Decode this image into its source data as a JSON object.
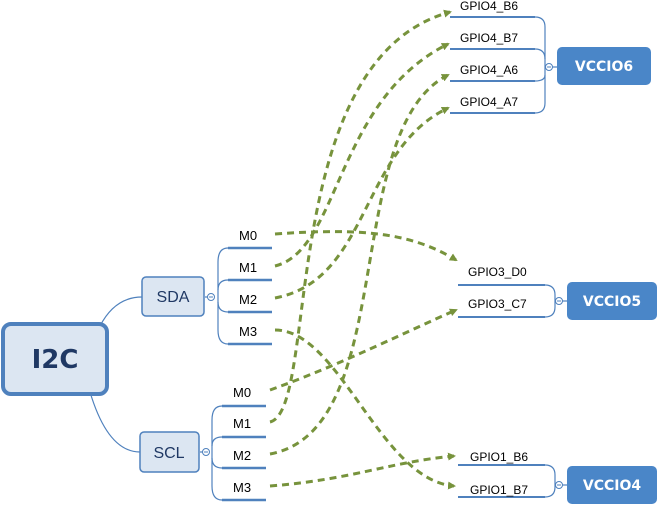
{
  "root": {
    "label": "I2C"
  },
  "buses": [
    {
      "id": "sda",
      "label": "SDA",
      "modes": [
        "M0",
        "M1",
        "M2",
        "M3"
      ]
    },
    {
      "id": "scl",
      "label": "SCL",
      "modes": [
        "M0",
        "M1",
        "M2",
        "M3"
      ]
    }
  ],
  "domains": [
    {
      "id": "vccio6",
      "label": "VCCIO6",
      "pins": [
        "GPIO4_B6",
        "GPIO4_B7",
        "GPIO4_A6",
        "GPIO4_A7"
      ]
    },
    {
      "id": "vccio5",
      "label": "VCCIO5",
      "pins": [
        "GPIO3_D0",
        "GPIO3_C7"
      ]
    },
    {
      "id": "vccio4",
      "label": "VCCIO4",
      "pins": [
        "GPIO1_B6",
        "GPIO1_B7"
      ]
    }
  ],
  "connections": [
    {
      "from": "sda.M0",
      "to": "GPIO3_D0"
    },
    {
      "from": "sda.M1",
      "to": "GPIO4_B7"
    },
    {
      "from": "sda.M2",
      "to": "GPIO4_A7"
    },
    {
      "from": "sda.M3",
      "to": "GPIO1_B7"
    },
    {
      "from": "scl.M0",
      "to": "GPIO3_C7"
    },
    {
      "from": "scl.M1",
      "to": "GPIO4_B6"
    },
    {
      "from": "scl.M2",
      "to": "GPIO4_A6"
    },
    {
      "from": "scl.M3",
      "to": "GPIO1_B6"
    }
  ],
  "colors": {
    "node_fill": "#dce6f2",
    "node_stroke": "#4f81bd",
    "branch_line": "#4f81bd",
    "domain_fill": "#4a86c8",
    "connector": "#77933c",
    "connector_style": "dashed-arrow"
  }
}
